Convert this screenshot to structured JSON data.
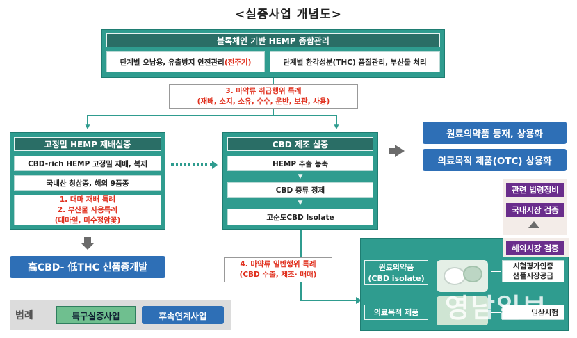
{
  "title": "<실증사업 개념도>",
  "top": {
    "header": "블록체인 기반 HEMP 종합관리",
    "left_text": "단계별 오남용, 유출방지 안전관리",
    "left_red": "(전주기)",
    "right_text": "단계별 환각성분(THC) 품질관리, 부산물 처리"
  },
  "special3": {
    "line1": "3. 마약류 취급행위 특례",
    "line2": "(재배, 소지, 소유, 수수, 운반, 보관, 사용)"
  },
  "left_panel": {
    "header": "고정밀 HEMP 재배실증",
    "item1": "CBD-rich HEMP 고정밀 재배, 복제",
    "item2": "국내산 청삼종, 해외 9품종",
    "red1": "1. 대마 재배 특례",
    "red2": "2. 부산물 사용특례",
    "red3": "(대마잎, 미수정암꽃)"
  },
  "mid_panel": {
    "header": "CBD 제조 실증",
    "step1": "HEMP 추출 농축",
    "step2": "CBD 증류 정제",
    "step3": "고순도CBD Isolate"
  },
  "right_blue": {
    "item1": "원료의약품 등재, 상용화",
    "item2": "의료목적 제품(OTC) 상용화"
  },
  "purple": {
    "item1": "관련 법령정비",
    "item2": "국내시장 검증",
    "item3": "해외시장 검증"
  },
  "bottom_left_result": "高CBD- 低THC 신품종개발",
  "special4": {
    "line1": "4. 마약류 일반행위 특례",
    "line2": "(CBD 수출, 제조· 매매)"
  },
  "bottom_panel": {
    "label1": "원료의약품",
    "label1b": "(CBD isolate)",
    "label2": "의료목적 제품",
    "result1a": "시험평가인증",
    "result1b": "샘플시장공급",
    "result2": "임상시험"
  },
  "legend": {
    "label": "범례",
    "item1": "특구실증사업",
    "item2": "후속연계사업"
  },
  "watermark": "영남일보",
  "colors": {
    "teal": "#2f9c8f",
    "dark_teal": "#2a6e66",
    "blue": "#2e6fb6",
    "purple": "#6a2e8c",
    "red": "#e0301e",
    "green_legend": "#6fbf8f"
  }
}
